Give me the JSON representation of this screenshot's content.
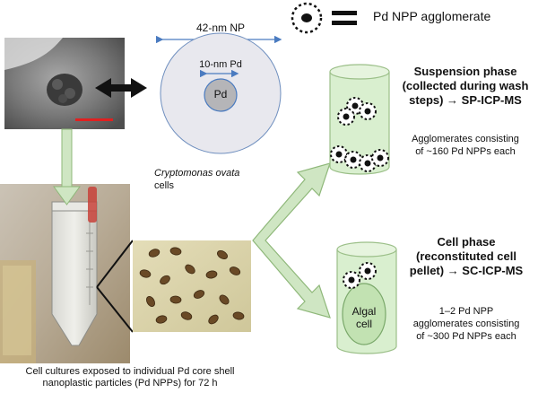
{
  "legend": {
    "label": "Pd NPP agglomerate"
  },
  "nanoparticle": {
    "outer_label": "42-nm NP",
    "inner_label": "10-nm Pd",
    "core_label": "Pd"
  },
  "cells_label": {
    "species": "Cryptomonas ovata",
    "suffix": "cells"
  },
  "culture_caption": {
    "line1": "Cell cultures exposed to individual Pd core shell",
    "line2": "nanoplastic particles (Pd NPPs) for 72 h"
  },
  "suspension_phase": {
    "title_line1": "Suspension phase",
    "title_line2": "(collected during wash",
    "title_line3": "steps) → SP-ICP-MS",
    "desc_line1": "Agglomerates consisting",
    "desc_line2": "of ~160 Pd NPPs each"
  },
  "cell_phase": {
    "title_line1": "Cell phase",
    "title_line2": "(reconstituted cell",
    "title_line3": "pellet) → SC-ICP-MS",
    "desc_line1": "1–2 Pd NPP",
    "desc_line2": "agglomerates consisting",
    "desc_line3": "of ~300 Pd NPPs each",
    "algal_line1": "Algal",
    "algal_line2": "cell"
  },
  "colors": {
    "tube_fill": "#d9efcf",
    "tube_stroke": "#9bbf88",
    "arrow_green": "#cfe6c3",
    "arrow_green_stroke": "#8fb87a",
    "shell_fill": "#e8e8ee",
    "core_fill": "#b5b5b8",
    "dim_arrow": "#4a7bc0",
    "scale_bar": "#e02020"
  }
}
